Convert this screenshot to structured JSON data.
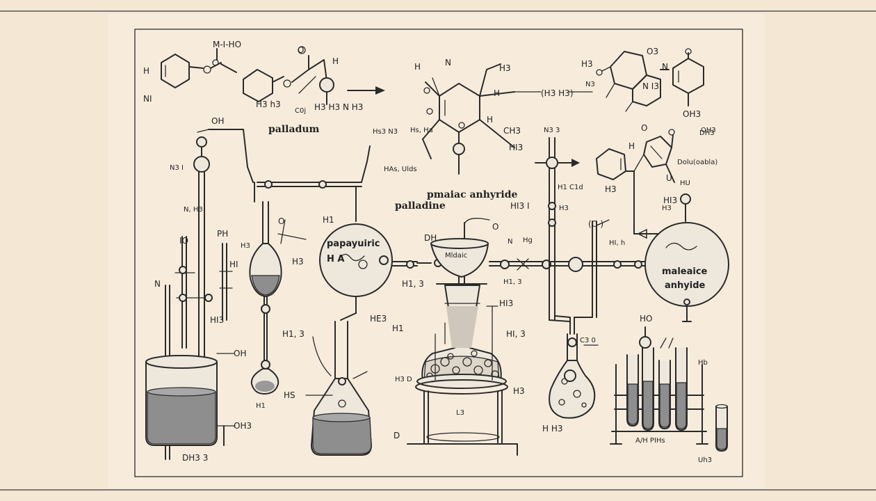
{
  "colors": {
    "background": "#f4e7d3",
    "panel": "#f7ecdc",
    "ink": "#2a2a2a",
    "liquid": "#8e8e8e"
  },
  "top_labels": {
    "palladium": "palladum",
    "palladine": "palladine",
    "maleic_anhydride": "pmaiac anhyride"
  },
  "vessel_labels": {
    "left_sphere": "papayuiric",
    "left_sphere_sub": "H A",
    "funnel": "Mldaic",
    "right_sphere_line1": "maleaice",
    "right_sphere_line2": "anhyide"
  },
  "formulas": {
    "f1": "M-I-HO",
    "f2": "H",
    "f3": "NI",
    "f4": "O",
    "f5": "H",
    "f6": "H3 h3",
    "f7": "C0j",
    "f8": "H3 H3 N H3",
    "f9": "H",
    "f10": "N",
    "f11": "H3",
    "f12": "H",
    "f13": "(H3 H3)",
    "f14": "H3",
    "f15": "O3",
    "f16": "N",
    "f17": "N3",
    "f18": "N I3",
    "f19": "OH3",
    "f20": "OH",
    "f21": "N3 I",
    "f22": "Hs3 N3",
    "f23": "Hs, Ha",
    "f24": "CH3",
    "f25": "HI3",
    "f26": "HAs, Ulds",
    "f27": "OH3",
    "f28": "H",
    "f29": "N3 3",
    "f30": "DH3",
    "f31": "H",
    "f32": "O",
    "f33": "Dolu(oabla)",
    "f34": "U",
    "f35": "H3",
    "f36": "HI3",
    "f37": "HU",
    "f38": "N, H3",
    "f39": "PH",
    "f40": "IO",
    "f41": "H3",
    "f42": "N",
    "f43": "HI",
    "f44": "H1",
    "f45": "H3",
    "f46": "O",
    "f47": "DH",
    "f48": "O",
    "f49": "H1 C1d",
    "f50": "Hg",
    "f51": "(C-)",
    "f52": "HI3 I",
    "f53": "H3",
    "f54": "H3",
    "f55": "HI, h",
    "f56": "H1, 3",
    "f57": "H1, 3",
    "f58": "N",
    "f59": "HE3",
    "f60": "H1",
    "f61": "H1, 3",
    "f62": "HI3",
    "f63": "C3 0",
    "f64": "OH",
    "f65": "HS",
    "f66": "H1",
    "f67": "HI, 3",
    "f68": "HO",
    "f69": "H3 D",
    "f70": "D",
    "f71": "L3",
    "f72": "DH3 3",
    "f73": "OH3",
    "f74": "HI3",
    "f75": "Hb",
    "f76": "H3",
    "f77": "H H3",
    "f78": "A/H PIHs",
    "f79": "Uh3"
  }
}
